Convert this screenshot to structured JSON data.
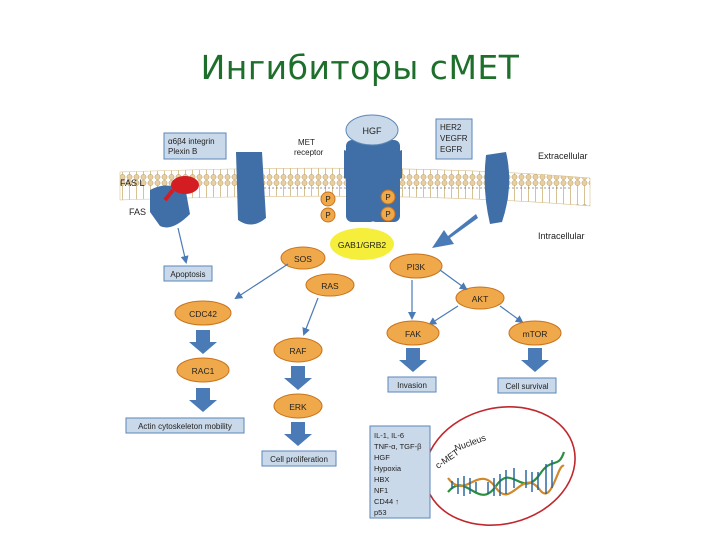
{
  "title": "Ингибиторы сМЕТ",
  "colors": {
    "title": "#1d6f2b",
    "membrane_blue": "#3f6fa6",
    "box_fill": "#c9d9ea",
    "box_stroke": "#5a86b8",
    "oval_fill": "#f0a94a",
    "oval_stroke": "#c9731c",
    "gab_fill": "#f5ee3a",
    "arrow": "#4a7bb7",
    "nucleus": "#c0282e",
    "lipid_tan": "#e8cfa0"
  },
  "labels": {
    "integrin": [
      "α6β4 integrin",
      "Plexin B"
    ],
    "met_receptor": [
      "MET",
      "receptor"
    ],
    "hgf": "HGF",
    "her2": [
      "HER2",
      "VEGFR",
      "EGFR"
    ],
    "extracellular": "Extracellular",
    "intracellular": "Intracellular",
    "fasl": "FAS L",
    "fas": "FAS",
    "p": "P",
    "gab": "GAB1/GRB2",
    "sos": "SOS",
    "pi3k": "PI3K",
    "ras": "RAS",
    "akt": "AKT",
    "apoptosis": "Apoptosis",
    "cdc42": "CDC42",
    "rac1": "RAC1",
    "raf": "RAF",
    "erk": "ERK",
    "fak": "FAK",
    "mtor": "mTOR",
    "invasion": "Invasion",
    "survival": "Cell survival",
    "actin": "Actin cytoskeleton mobility",
    "proliferation": "Cell proliferation",
    "nucleus": "Nucleus",
    "cmet": "c-MET",
    "factors": [
      "IL-1, IL-6",
      "TNF-α, TGF-β",
      "HGF",
      "Hypoxia",
      "HBX",
      "NF1",
      "CD44 ↑",
      "p53"
    ]
  }
}
